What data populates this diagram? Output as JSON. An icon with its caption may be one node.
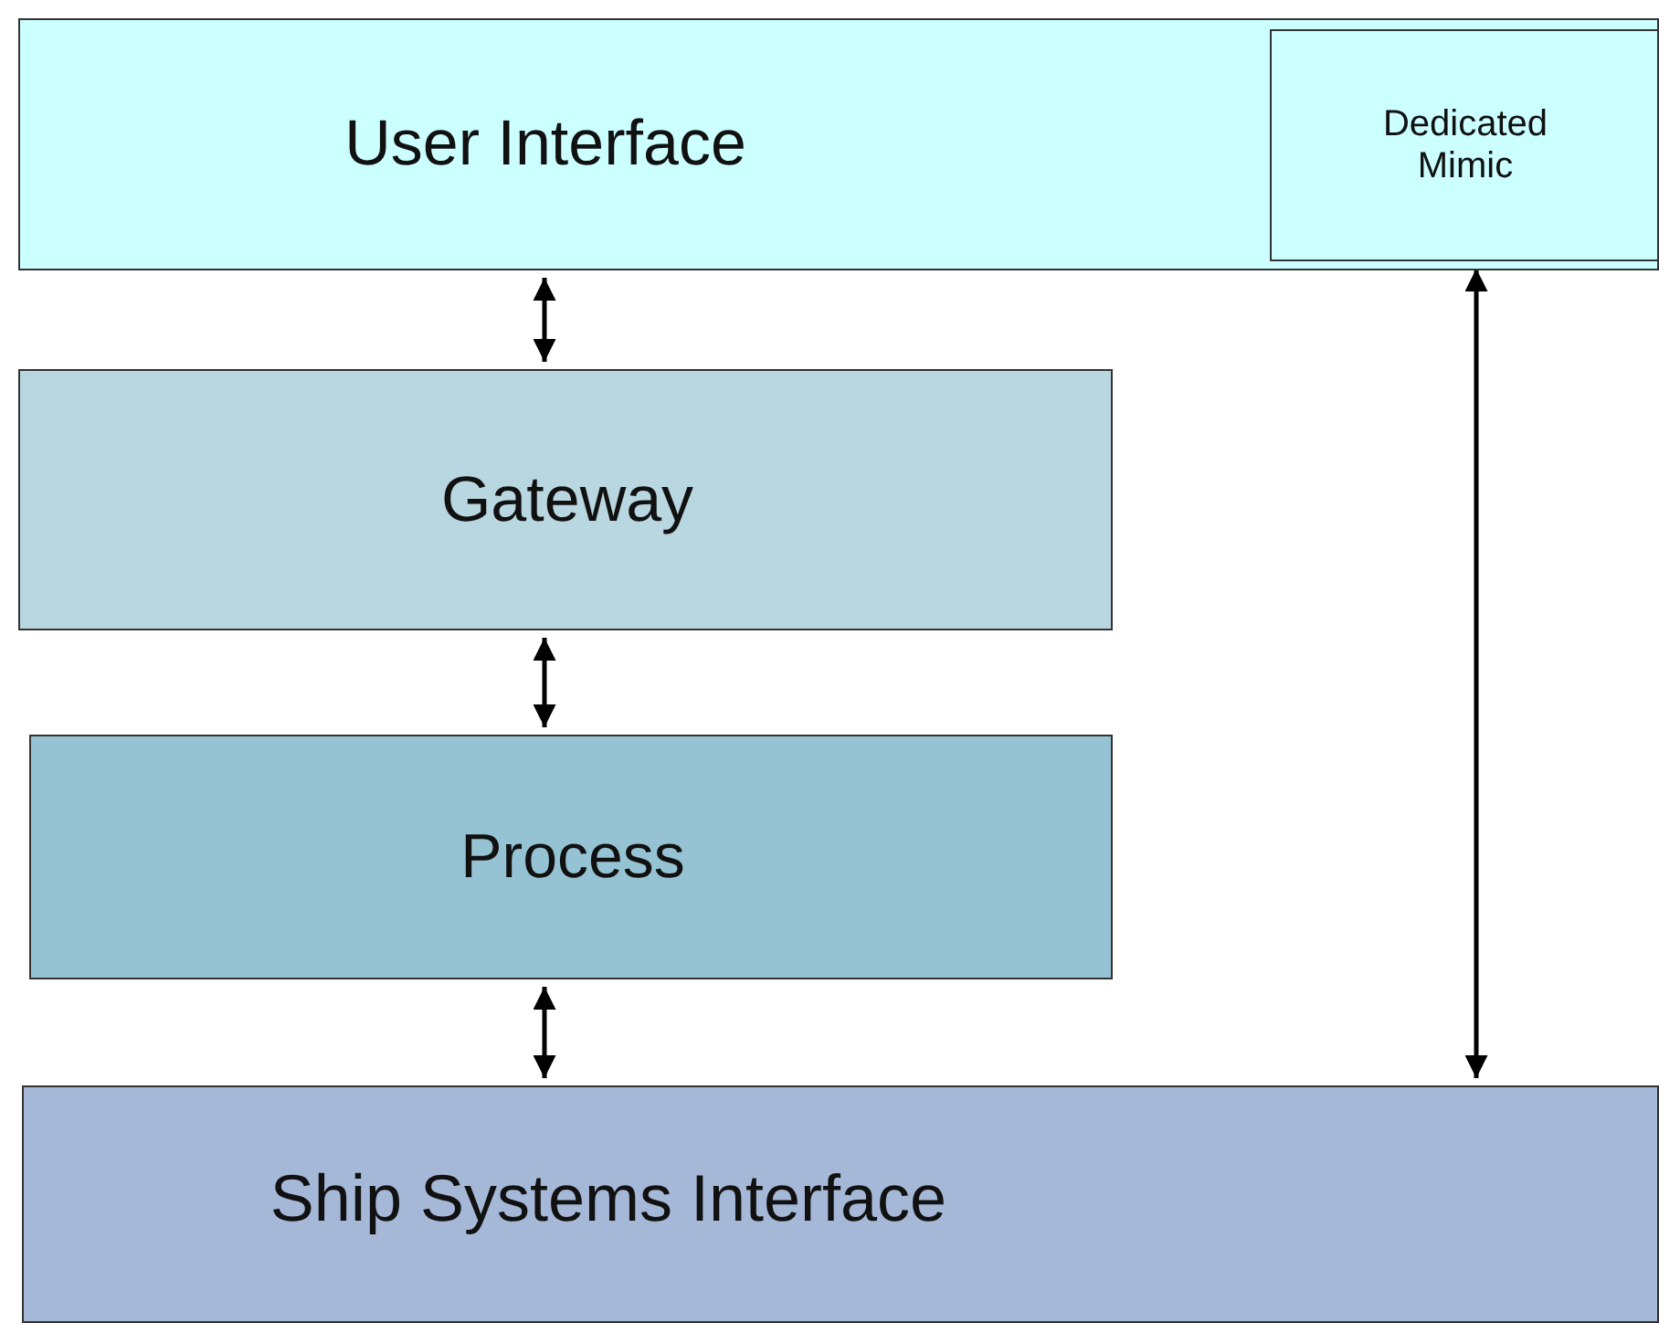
{
  "diagram": {
    "nodes": [
      {
        "text": [
          "User Interface"
        ]
      },
      {
        "text": [
          "Dedicated Mimic"
        ],
        "in": 0
      },
      {
        "text": [
          "Gateway"
        ]
      },
      {
        "text": [
          "Process"
        ]
      },
      {
        "text": [
          "Ship Systems Interface"
        ]
      }
    ],
    "edges": [
      {
        "from": 0,
        "to": 2,
        "arrow": "both"
      },
      {
        "from": 2,
        "to": 3,
        "arrow": "both"
      },
      {
        "from": 3,
        "to": 4,
        "arrow": "both"
      },
      {
        "from": 1,
        "to": 4,
        "arrow": "both"
      }
    ]
  }
}
